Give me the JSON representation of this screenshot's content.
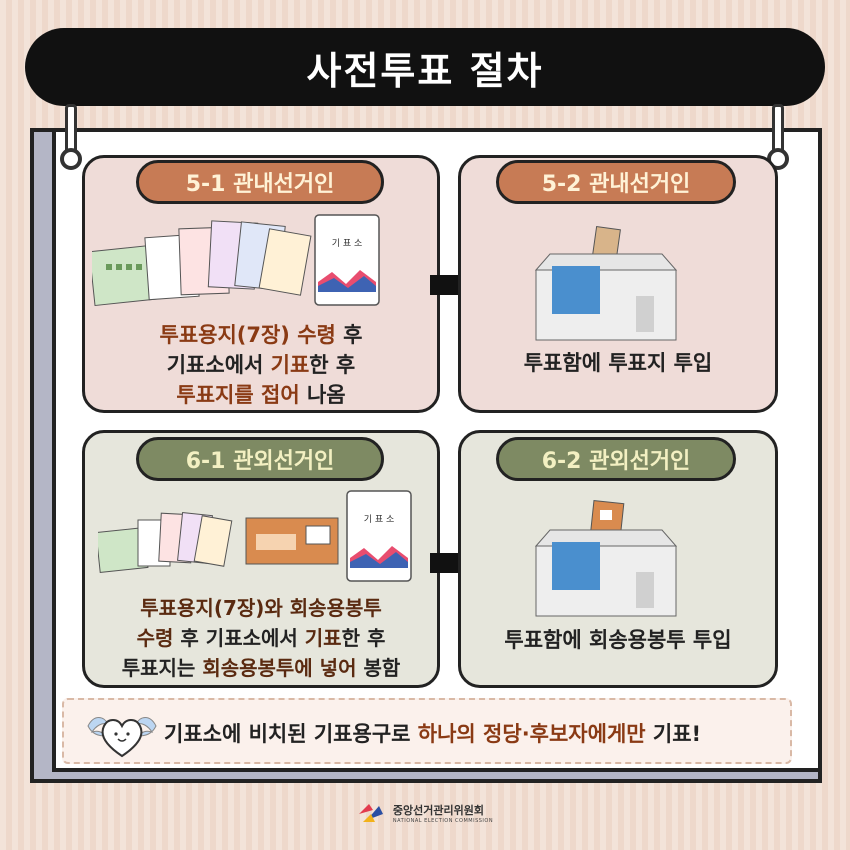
{
  "title": "사전투표 절차",
  "panels": {
    "p1": {
      "badge": "5-1   관내선거인",
      "line1a": "투표용지(7장) 수령",
      "line1b": " 후",
      "line2a": "기표소에서 ",
      "line2b": "기표",
      "line2c": "한 후",
      "line3a": "투표지를 접어",
      "line3b": " 나옴",
      "booth_label": "기 표 소"
    },
    "p2": {
      "badge": "5-2   관내선거인",
      "text": "투표함에 투표지 투입"
    },
    "p3": {
      "badge": "6-1   관외선거인",
      "line1": "투표용지(7장)와 회송용봉투",
      "line2a": "수령",
      "line2b": " 후 기표소에서 ",
      "line2c": "기표",
      "line2d": "한 후",
      "line3a": "투표지는 ",
      "line3b": "회송용봉투에 넣어",
      "line3c": " 봉함",
      "booth_label": "기 표 소"
    },
    "p4": {
      "badge": "6-2   관외선거인",
      "text": "투표함에 회송용봉투 투입"
    }
  },
  "note": {
    "text_a": "기표소에 비치된 기표용구로 ",
    "text_b": "하나의 정당·후보자에게만",
    "text_c": " 기표!"
  },
  "footer": {
    "org_name": "중앙선거관리위원회",
    "org_name_en": "NATIONAL ELECTION COMMISSION"
  },
  "colors": {
    "title_bg": "#111111",
    "badge_red": "#c77b55",
    "badge_green": "#7e8a63",
    "highlight": "#8a3a14",
    "panel_red": "#efdcd8",
    "panel_green": "#e6e6dc"
  }
}
